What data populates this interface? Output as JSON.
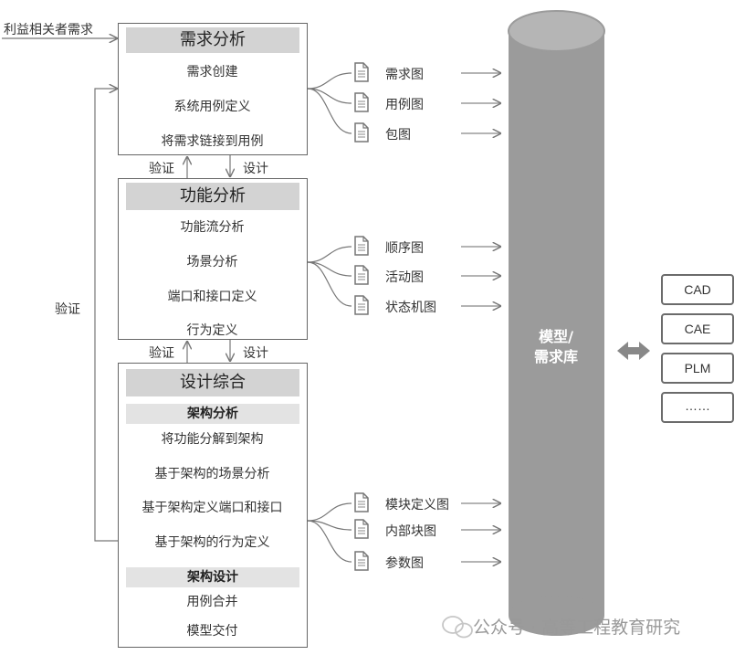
{
  "stakeholder_label": "利益相关者需求",
  "left_verify_label": "验证",
  "requirements": {
    "title": "需求分析",
    "steps": [
      "需求创建",
      "系统用例定义",
      "将需求链接到用例"
    ]
  },
  "link1": {
    "verify": "验证",
    "design": "设计"
  },
  "functional": {
    "title": "功能分析",
    "steps": [
      "功能流分析",
      "场景分析",
      "端口和接口定义",
      "行为定义"
    ]
  },
  "link2": {
    "verify": "验证",
    "design": "设计"
  },
  "synthesis": {
    "title": "设计综合",
    "arch_analysis": {
      "title": "架构分析",
      "steps": [
        "将功能分解到架构",
        "基于架构的场景分析",
        "基于架构定义端口和接口",
        "基于架构的行为定义"
      ]
    },
    "arch_design": {
      "title": "架构设计",
      "steps": [
        "用例合并",
        "模型交付"
      ]
    }
  },
  "docs_group1": [
    "需求图",
    "用例图",
    "包图"
  ],
  "docs_group2": [
    "顺序图",
    "活动图",
    "状态机图"
  ],
  "docs_group3": [
    "模块定义图",
    "内部块图",
    "参数图"
  ],
  "repository": {
    "line1": "模型/",
    "line2": "需求库"
  },
  "tools": [
    "CAD",
    "CAE",
    "PLM",
    "……"
  ],
  "watermark": "公众号 · 高等工程教育研究",
  "colors": {
    "cylinder": "#9b9b9b",
    "cylinder_top": "#b5b5b5",
    "header_bg": "#d3d3d3",
    "sub_bg": "#e3e3e3"
  }
}
